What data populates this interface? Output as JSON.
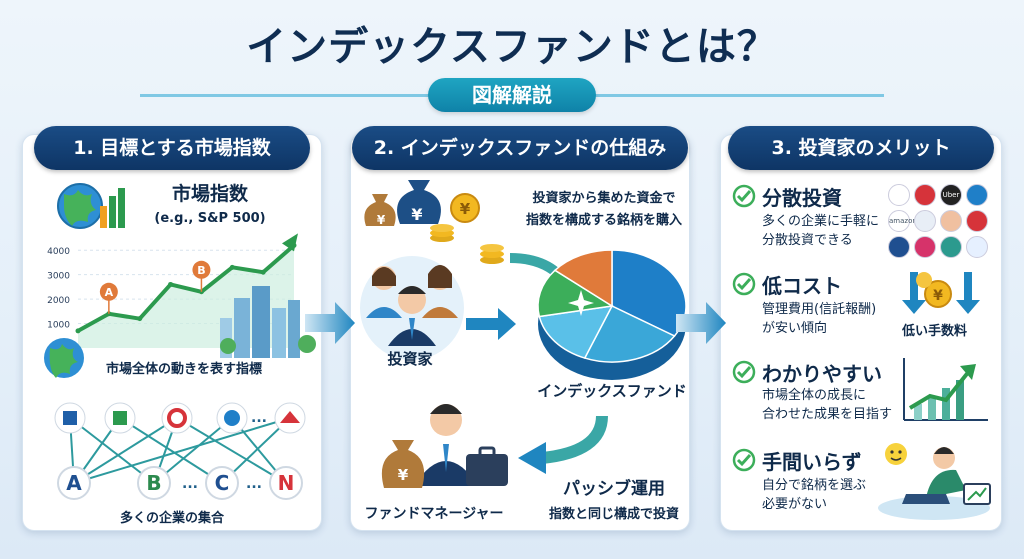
{
  "title": "インデックスファンドとは？",
  "subtitle": "図解解説",
  "panel1": {
    "header": "1. 目標とする市場指数",
    "index_label": "市場指数",
    "index_example": "(e.g., S&P 500)",
    "y_ticks": [
      "4000",
      "3000",
      "2000",
      "1000"
    ],
    "marker_a": "A",
    "marker_b": "B",
    "description": "市場全体の動きを表す指標",
    "nodes": [
      "A",
      "B",
      "C",
      "N"
    ],
    "ellipsis": "...",
    "collection": "多くの企業の集合"
  },
  "panel2": {
    "header": "2. インデックスファンドの仕組み",
    "buy_text_1": "投資家から集めた資金で",
    "buy_text_2": "指数を構成する銘柄を購入",
    "investors": "投資家",
    "fund": "インデックスファンド",
    "manager": "ファンドマネージャー",
    "passive": "パッシブ運用",
    "passive_desc": "指数と同じ構成で投資",
    "yen": "¥"
  },
  "panel3": {
    "header": "3. 投資家のメリット",
    "merits": [
      {
        "title": "分散投資",
        "desc": [
          "多くの企業に手軽に",
          "分散投資できる"
        ]
      },
      {
        "title": "低コスト",
        "desc": [
          "管理費用(信託報酬)",
          "が安い傾向"
        ],
        "extra": "低い手数料"
      },
      {
        "title": "わかりやすい",
        "desc": [
          "市場全体の成長に",
          "合わせた成果を目指す"
        ]
      },
      {
        "title": "手間いらず",
        "desc": [
          "自分で銘柄を選ぶ",
          "必要がない"
        ]
      }
    ],
    "logos": [
      "Uber",
      "amazon"
    ]
  },
  "colors": {
    "navy": "#0f3565",
    "teal": "#1597b8",
    "green": "#3cae5a",
    "orange": "#e07a3a"
  },
  "chart_data": {
    "type": "line",
    "title": "市場指数",
    "x": [
      0,
      1,
      2,
      3,
      4,
      5,
      6,
      7
    ],
    "values": [
      700,
      1400,
      1200,
      2600,
      2300,
      3300,
      3100,
      4200
    ],
    "yticks": [
      1000,
      2000,
      3000,
      4000
    ],
    "ylim": [
      0,
      4500
    ],
    "annotations": [
      {
        "label": "A",
        "index": 1
      },
      {
        "label": "B",
        "index": 4
      }
    ]
  }
}
